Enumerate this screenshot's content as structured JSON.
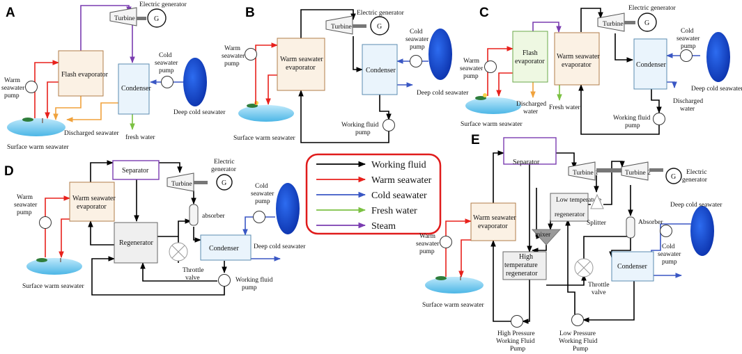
{
  "panels": [
    "A",
    "B",
    "C",
    "D",
    "E"
  ],
  "colors": {
    "working_fluid": "#000000",
    "warm_seawater": "#e8211c",
    "cold_seawater": "#3a57c4",
    "fresh_water": "#7bc142",
    "steam": "#7a3cb0",
    "discharge": "#f0a23c",
    "evaporator_fill": "#fbf1e4",
    "evaporator_border": "#b07d4a",
    "condenser_fill": "#eaf4fc",
    "condenser_border": "#5b8bb0",
    "flash_fill": "#eef8e2",
    "flash_border": "#6ba84a",
    "gray_fill": "#efefef",
    "separator_border": "#7a3cb0"
  },
  "labels": {
    "turbine": "Turbine",
    "turbine1": "Turbine 1",
    "turbine2": "Turbine 2",
    "generator_symbol": "G",
    "electric_generator": "Electric generator",
    "electric": "Electric",
    "generator": "generator",
    "flash_evaporator": "Flash evaporator",
    "flash": "Flash",
    "evaporator": "evaporator",
    "warm_seawater": "Warm seawater",
    "warm": "Warm",
    "seawater": "seawater",
    "pump": "pump",
    "cold": "Cold",
    "condenser": "Condenser",
    "deep_cold_seawater": "Deep cold seawater",
    "discharged_seawater": "Discharged seawater",
    "discharged": "Discharged",
    "water": "water",
    "fresh_water_lc": "fresh water",
    "fresh_water": "Fresh water",
    "surface_warm_seawater": "Surface warm seawater",
    "working_fluid": "Working fluid",
    "separator": "Separator",
    "regenerator": "Regenerator",
    "absorber_lc": "absorber",
    "absorber": "Absorber",
    "throttle": "Throttle",
    "valve": "valve",
    "low_temperature": "Low temperature",
    "high": "High",
    "temperature": "temperature",
    "regenerator_lc": "regenerator",
    "mixer": "mixer",
    "splitter": "Splitter",
    "high_pressure": "High Pressure",
    "low_pressure": "Low Pressure",
    "working_fluid_tc": "Working Fluid",
    "pump_tc": "Pump"
  },
  "legend": [
    {
      "label": "Working fluid",
      "color": "#000000"
    },
    {
      "label": "Warm seawater",
      "color": "#e8211c"
    },
    {
      "label": "Cold seawater",
      "color": "#3a57c4"
    },
    {
      "label": "Fresh water",
      "color": "#7bc142"
    },
    {
      "label": "Steam",
      "color": "#7a3cb0"
    }
  ]
}
